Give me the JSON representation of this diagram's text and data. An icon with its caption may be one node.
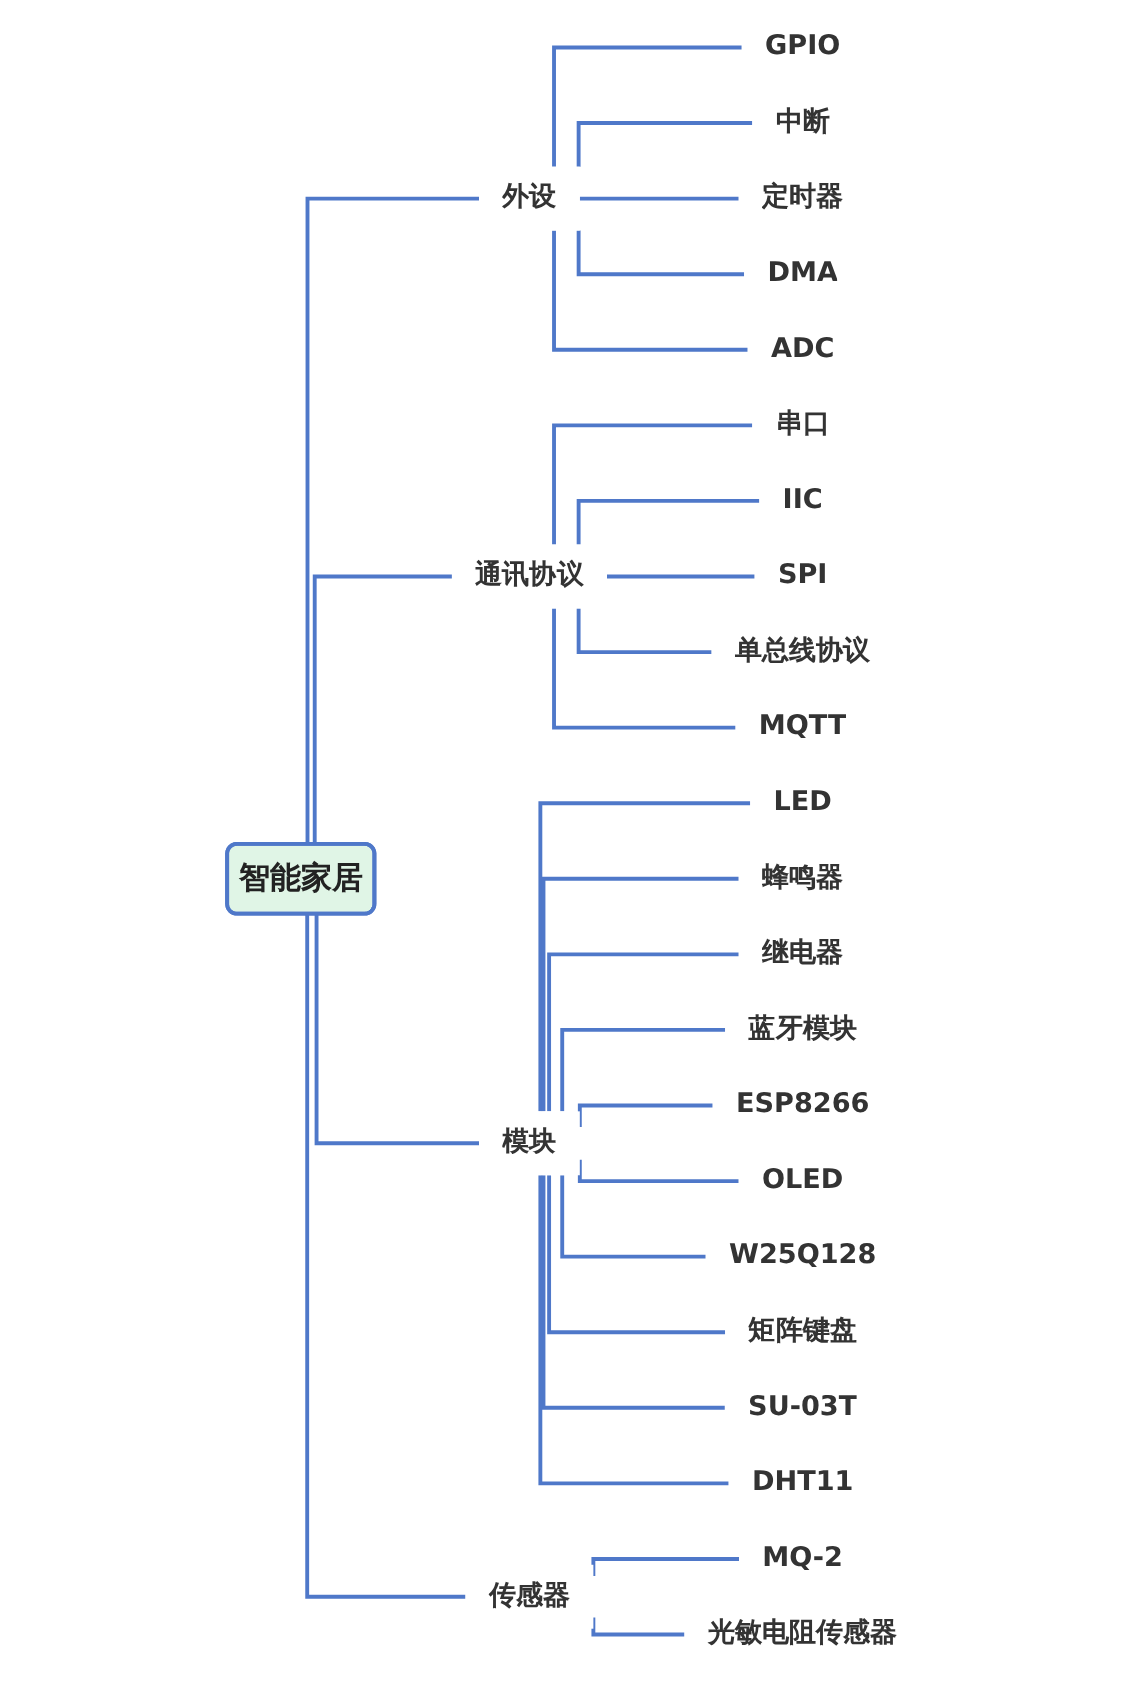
{
  "diagram": {
    "nodes": [
      {
        "text": [
          "智能家居"
        ]
      },
      {
        "text": [
          "外设"
        ]
      },
      {
        "text": [
          "GPIO"
        ]
      },
      {
        "text": [
          "中断"
        ]
      },
      {
        "text": [
          "定时器"
        ]
      },
      {
        "text": [
          "DMA"
        ]
      },
      {
        "text": [
          "ADC"
        ]
      },
      {
        "text": [
          "通讯协议"
        ]
      },
      {
        "text": [
          "串口"
        ]
      },
      {
        "text": [
          "IIC"
        ]
      },
      {
        "text": [
          "SPI"
        ]
      },
      {
        "text": [
          "单总线协议"
        ]
      },
      {
        "text": [
          "MQTT"
        ]
      },
      {
        "text": [
          "模块"
        ]
      },
      {
        "text": [
          "LED"
        ]
      },
      {
        "text": [
          "蜂鸣器"
        ]
      },
      {
        "text": [
          "继电器"
        ]
      },
      {
        "text": [
          "蓝牙模块"
        ]
      },
      {
        "text": [
          "ESP8266"
        ]
      },
      {
        "text": [
          "OLED"
        ]
      },
      {
        "text": [
          "W25Q128"
        ]
      },
      {
        "text": [
          "矩阵键盘"
        ]
      },
      {
        "text": [
          "SU-03T"
        ]
      },
      {
        "text": [
          "DHT11"
        ]
      },
      {
        "text": [
          "传感器"
        ]
      },
      {
        "text": [
          "MQ-2"
        ]
      },
      {
        "text": [
          "光敏电阻传感器"
        ]
      }
    ],
    "edges": [
      {
        "from": 0,
        "to": 1,
        "arrow": "none"
      },
      {
        "from": 1,
        "to": 2,
        "arrow": "none"
      },
      {
        "from": 1,
        "to": 3,
        "arrow": "none"
      },
      {
        "from": 1,
        "to": 4,
        "arrow": "none"
      },
      {
        "from": 1,
        "to": 5,
        "arrow": "none"
      },
      {
        "from": 1,
        "to": 6,
        "arrow": "none"
      },
      {
        "from": 0,
        "to": 7,
        "arrow": "none"
      },
      {
        "from": 7,
        "to": 8,
        "arrow": "none"
      },
      {
        "from": 7,
        "to": 9,
        "arrow": "none"
      },
      {
        "from": 7,
        "to": 10,
        "arrow": "none"
      },
      {
        "from": 7,
        "to": 11,
        "arrow": "none"
      },
      {
        "from": 7,
        "to": 12,
        "arrow": "none"
      },
      {
        "from": 0,
        "to": 13,
        "arrow": "none"
      },
      {
        "from": 13,
        "to": 14,
        "arrow": "none"
      },
      {
        "from": 13,
        "to": 15,
        "arrow": "none"
      },
      {
        "from": 13,
        "to": 16,
        "arrow": "none"
      },
      {
        "from": 13,
        "to": 17,
        "arrow": "none"
      },
      {
        "from": 13,
        "to": 18,
        "arrow": "none"
      },
      {
        "from": 13,
        "to": 19,
        "arrow": "none"
      },
      {
        "from": 13,
        "to": 20,
        "arrow": "none"
      },
      {
        "from": 13,
        "to": 21,
        "arrow": "none"
      },
      {
        "from": 13,
        "to": 22,
        "arrow": "none"
      },
      {
        "from": 13,
        "to": 23,
        "arrow": "none"
      },
      {
        "from": 0,
        "to": 24,
        "arrow": "none"
      },
      {
        "from": 24,
        "to": 25,
        "arrow": "none"
      },
      {
        "from": 24,
        "to": 26,
        "arrow": "none"
      }
    ]
  }
}
